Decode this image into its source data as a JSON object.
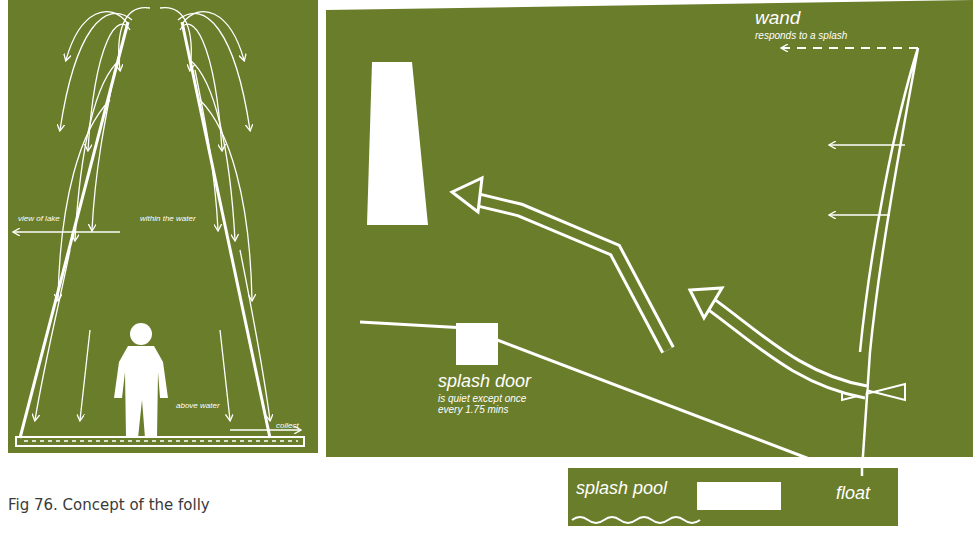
{
  "diagram": {
    "caption": "Fig 76. Concept of the folly",
    "nodes": [
      {
        "text": [
          "splash pool"
        ]
      }
    ],
    "labels": [
      "view of lake",
      "within the water",
      "above water",
      "collect",
      "wand",
      "responds to a splash",
      "splash door",
      "is quiet except once every 1.75 mins",
      "float"
    ]
  }
}
